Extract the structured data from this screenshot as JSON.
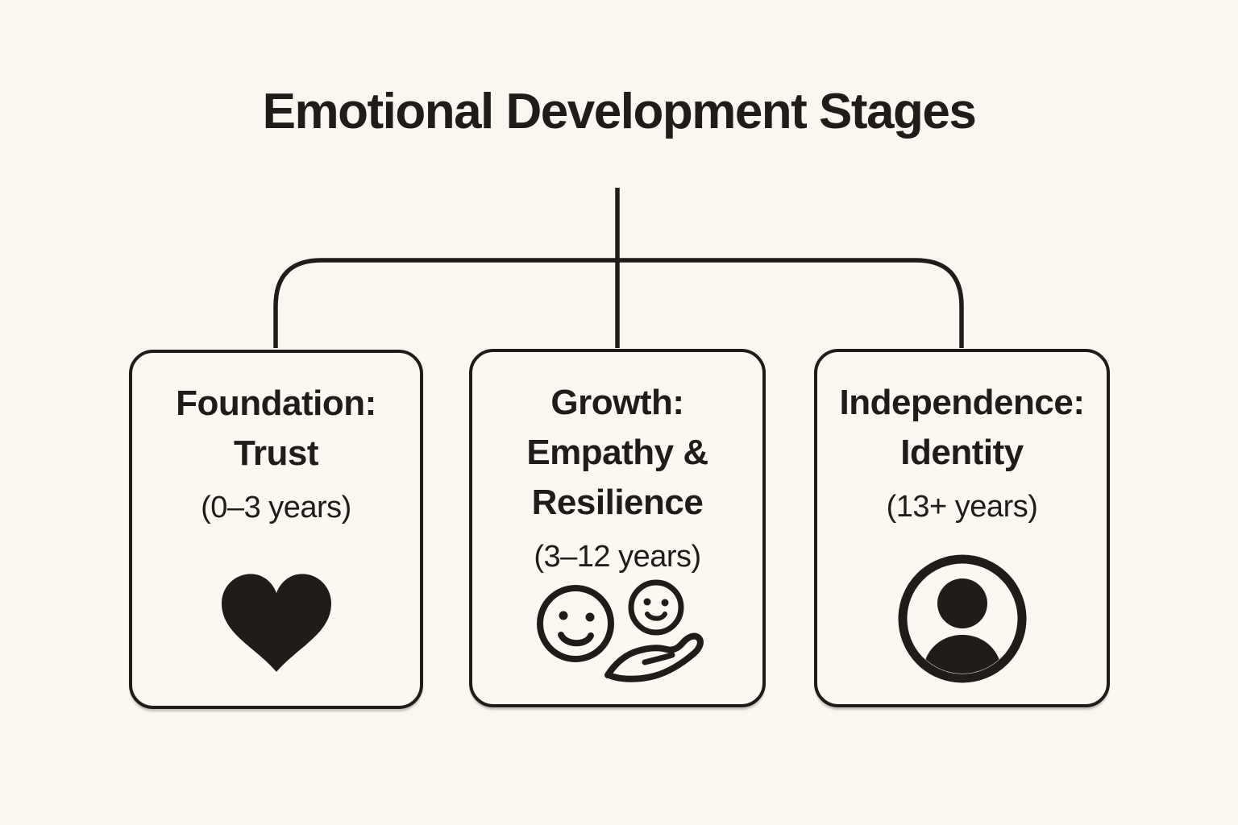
{
  "title": "Emotional Development Stages",
  "colors": {
    "ink": "#1f1c19",
    "bg": "#faf7f0",
    "card_bg": "#fbf8f2"
  },
  "connector": {
    "style": "rounded-bracket-tree"
  },
  "stages": [
    {
      "heading": [
        "Foundation:",
        "Trust"
      ],
      "age": "(0–3 years)",
      "icon": "heart-icon"
    },
    {
      "heading": [
        "Growth:",
        "Empathy &",
        "Resilience"
      ],
      "age": "(3–12 years)",
      "icon": "empathy-smileys-hand-icon"
    },
    {
      "heading": [
        "Independence:",
        "Identity"
      ],
      "age": "(13+ years)",
      "icon": "person-circle-icon"
    }
  ]
}
